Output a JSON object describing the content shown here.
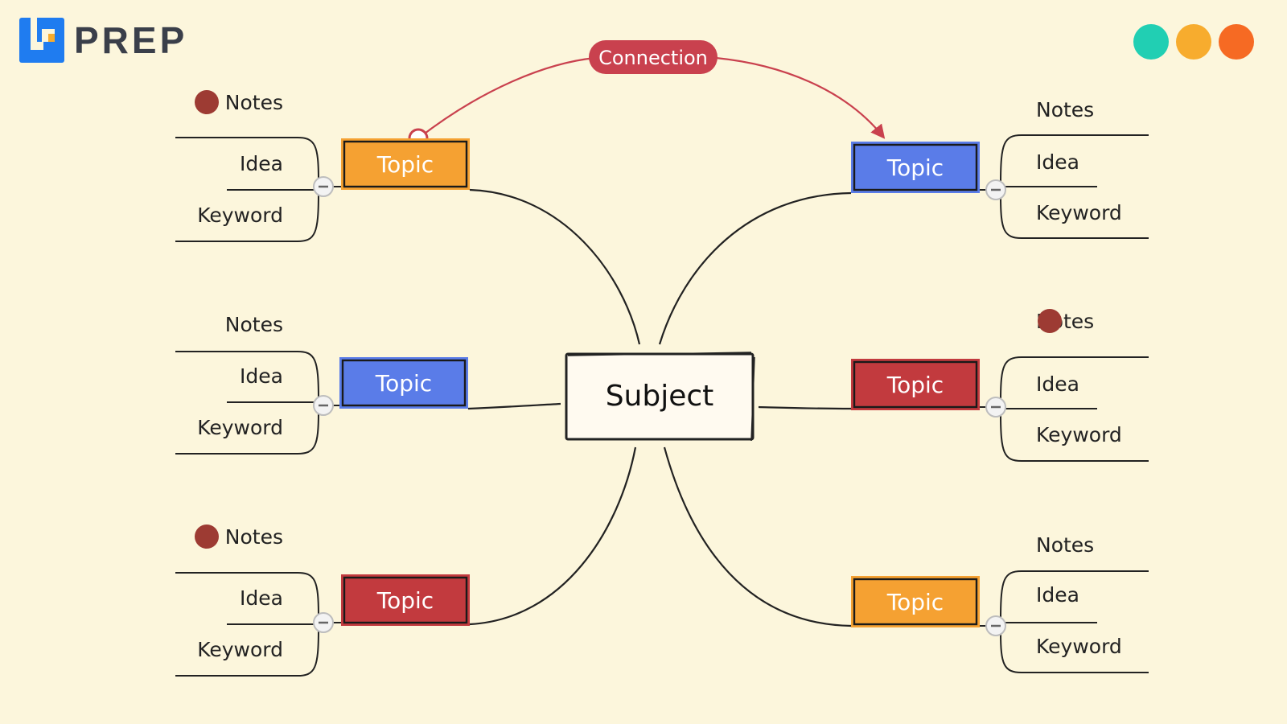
{
  "brand": {
    "name": "PREP",
    "logo_color": "#1f7cf0"
  },
  "window_dots": [
    "#21cfb3",
    "#f7ac2e",
    "#f66a23"
  ],
  "center": {
    "label": "Subject"
  },
  "connection": {
    "label": "Connection",
    "color": "#c9414e"
  },
  "topics": [
    {
      "id": "top-left",
      "label": "Topic",
      "color": "#f5a132",
      "side": "left",
      "children": [
        {
          "label": "Notes",
          "marker": true
        },
        {
          "label": "Idea",
          "marker": false
        },
        {
          "label": "Keyword",
          "marker": false
        }
      ]
    },
    {
      "id": "mid-left",
      "label": "Topic",
      "color": "#5a7ce8",
      "side": "left",
      "children": [
        {
          "label": "Notes",
          "marker": false
        },
        {
          "label": "Idea",
          "marker": false
        },
        {
          "label": "Keyword",
          "marker": false
        }
      ]
    },
    {
      "id": "bottom-left",
      "label": "Topic",
      "color": "#c23a3e",
      "side": "left",
      "children": [
        {
          "label": "Notes",
          "marker": true
        },
        {
          "label": "Idea",
          "marker": false
        },
        {
          "label": "Keyword",
          "marker": false
        }
      ]
    },
    {
      "id": "top-right",
      "label": "Topic",
      "color": "#5a7ce8",
      "side": "right",
      "children": [
        {
          "label": "Notes",
          "marker": false
        },
        {
          "label": "Idea",
          "marker": false
        },
        {
          "label": "Keyword",
          "marker": false
        }
      ]
    },
    {
      "id": "mid-right",
      "label": "Topic",
      "color": "#c23a3e",
      "side": "right",
      "children": [
        {
          "label": "Notes",
          "marker": true
        },
        {
          "label": "Idea",
          "marker": false
        },
        {
          "label": "Keyword",
          "marker": false
        }
      ]
    },
    {
      "id": "bottom-right",
      "label": "Topic",
      "color": "#f5a132",
      "side": "right",
      "children": [
        {
          "label": "Notes",
          "marker": false
        },
        {
          "label": "Idea",
          "marker": false
        },
        {
          "label": "Keyword",
          "marker": false
        }
      ]
    }
  ],
  "colors": {
    "line": "#222222",
    "marker": "#9d3b33",
    "background": "#fcf6dc"
  }
}
